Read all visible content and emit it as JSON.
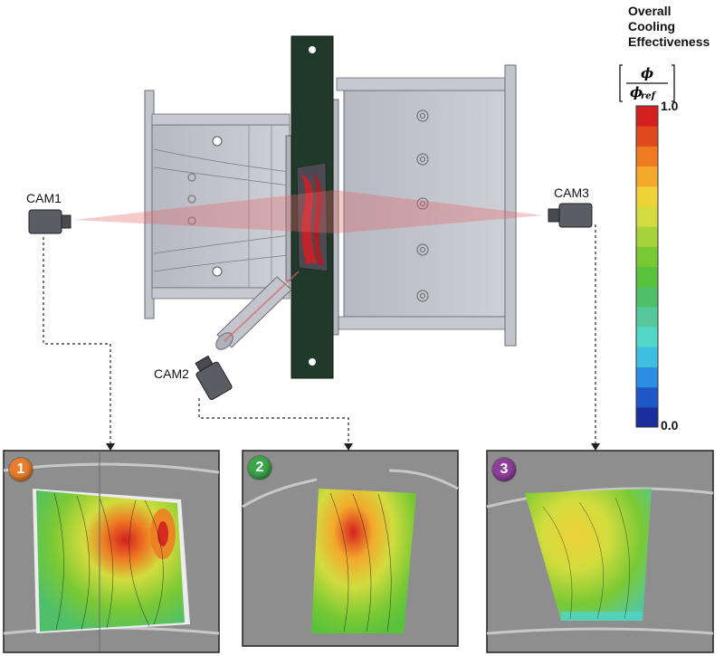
{
  "legend": {
    "title_lines": [
      "Overall",
      "Cooling",
      "Effectiveness"
    ],
    "fraction_numerator": "ϕ",
    "fraction_denominator": "ϕ",
    "fraction_denominator_sub": "ref",
    "max_label": "1.0",
    "min_label": "0.0",
    "colors": [
      "#1a2f9c",
      "#1f57c7",
      "#2b8ee0",
      "#3fbfe0",
      "#52d6c8",
      "#55c79b",
      "#4fbf6a",
      "#58c23b",
      "#79c934",
      "#a6d33a",
      "#d2dc3e",
      "#efd238",
      "#f4a92c",
      "#ee7a22",
      "#e04a1e",
      "#d42020"
    ]
  },
  "cameras": [
    {
      "id": "cam1",
      "label": "CAM1"
    },
    {
      "id": "cam2",
      "label": "CAM2"
    },
    {
      "id": "cam3",
      "label": "CAM3"
    }
  ],
  "views": [
    {
      "id": "view1",
      "badge": "1",
      "badge_color": "#e87d2c"
    },
    {
      "id": "view2",
      "badge": "2",
      "badge_color": "#3da54a"
    },
    {
      "id": "view3",
      "badge": "3",
      "badge_color": "#8e3f9a"
    }
  ]
}
